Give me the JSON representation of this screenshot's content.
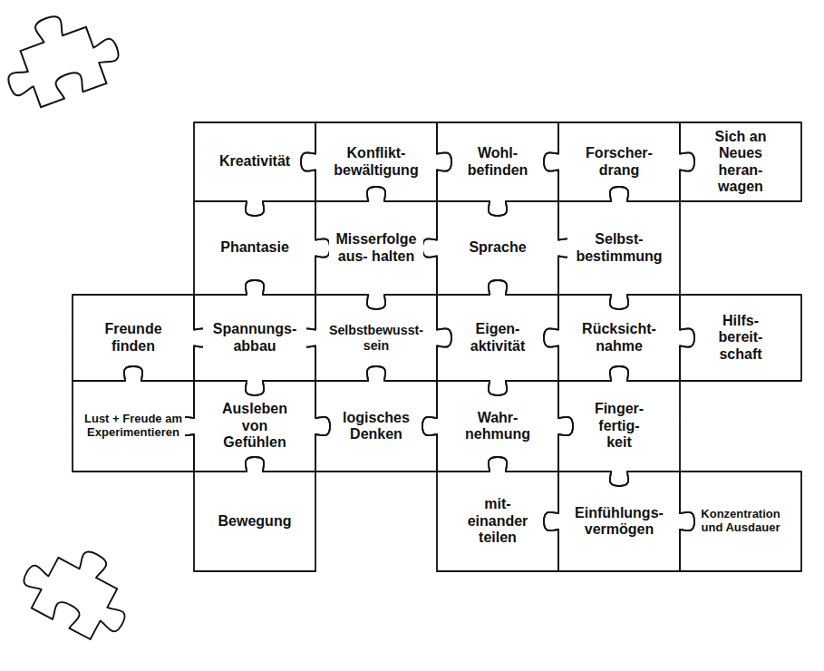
{
  "diagram": {
    "nodes": [
      {
        "text": [
          "Kreativität"
        ]
      },
      {
        "text": [
          "Konflikt- bewältigung"
        ]
      },
      {
        "text": [
          "Wohl- befinden"
        ]
      },
      {
        "text": [
          "Forscher- drang"
        ]
      },
      {
        "text": [
          "Sich an Neues heran- wagen"
        ]
      },
      {
        "text": [
          "Phantasie"
        ]
      },
      {
        "text": [
          "Misserfolge aus- halten"
        ]
      },
      {
        "text": [
          "Sprache"
        ]
      },
      {
        "text": [
          "Selbst- bestimmung"
        ]
      },
      {
        "text": [
          "Freunde finden"
        ]
      },
      {
        "text": [
          "Spannungs- abbau"
        ]
      },
      {
        "text": [
          "Selbstbewusst- sein"
        ]
      },
      {
        "text": [
          "Eigen- aktivität"
        ]
      },
      {
        "text": [
          "Rücksicht- nahme"
        ]
      },
      {
        "text": [
          "Hilfs- bereit- schaft"
        ]
      },
      {
        "text": [
          "Lust + Freude am Experimentieren"
        ]
      },
      {
        "text": [
          "Ausleben von Gefühlen"
        ]
      },
      {
        "text": [
          "logisches Denken"
        ]
      },
      {
        "text": [
          "Wahr- nehmung"
        ]
      },
      {
        "text": [
          "Finger- fertig- keit"
        ]
      },
      {
        "text": [
          "Bewegung"
        ]
      },
      {
        "text": [
          "mit- einander teilen"
        ]
      },
      {
        "text": [
          "Einfühlungs- vermögen"
        ]
      },
      {
        "text": [
          "Konzentration und Ausdauer"
        ]
      }
    ]
  }
}
